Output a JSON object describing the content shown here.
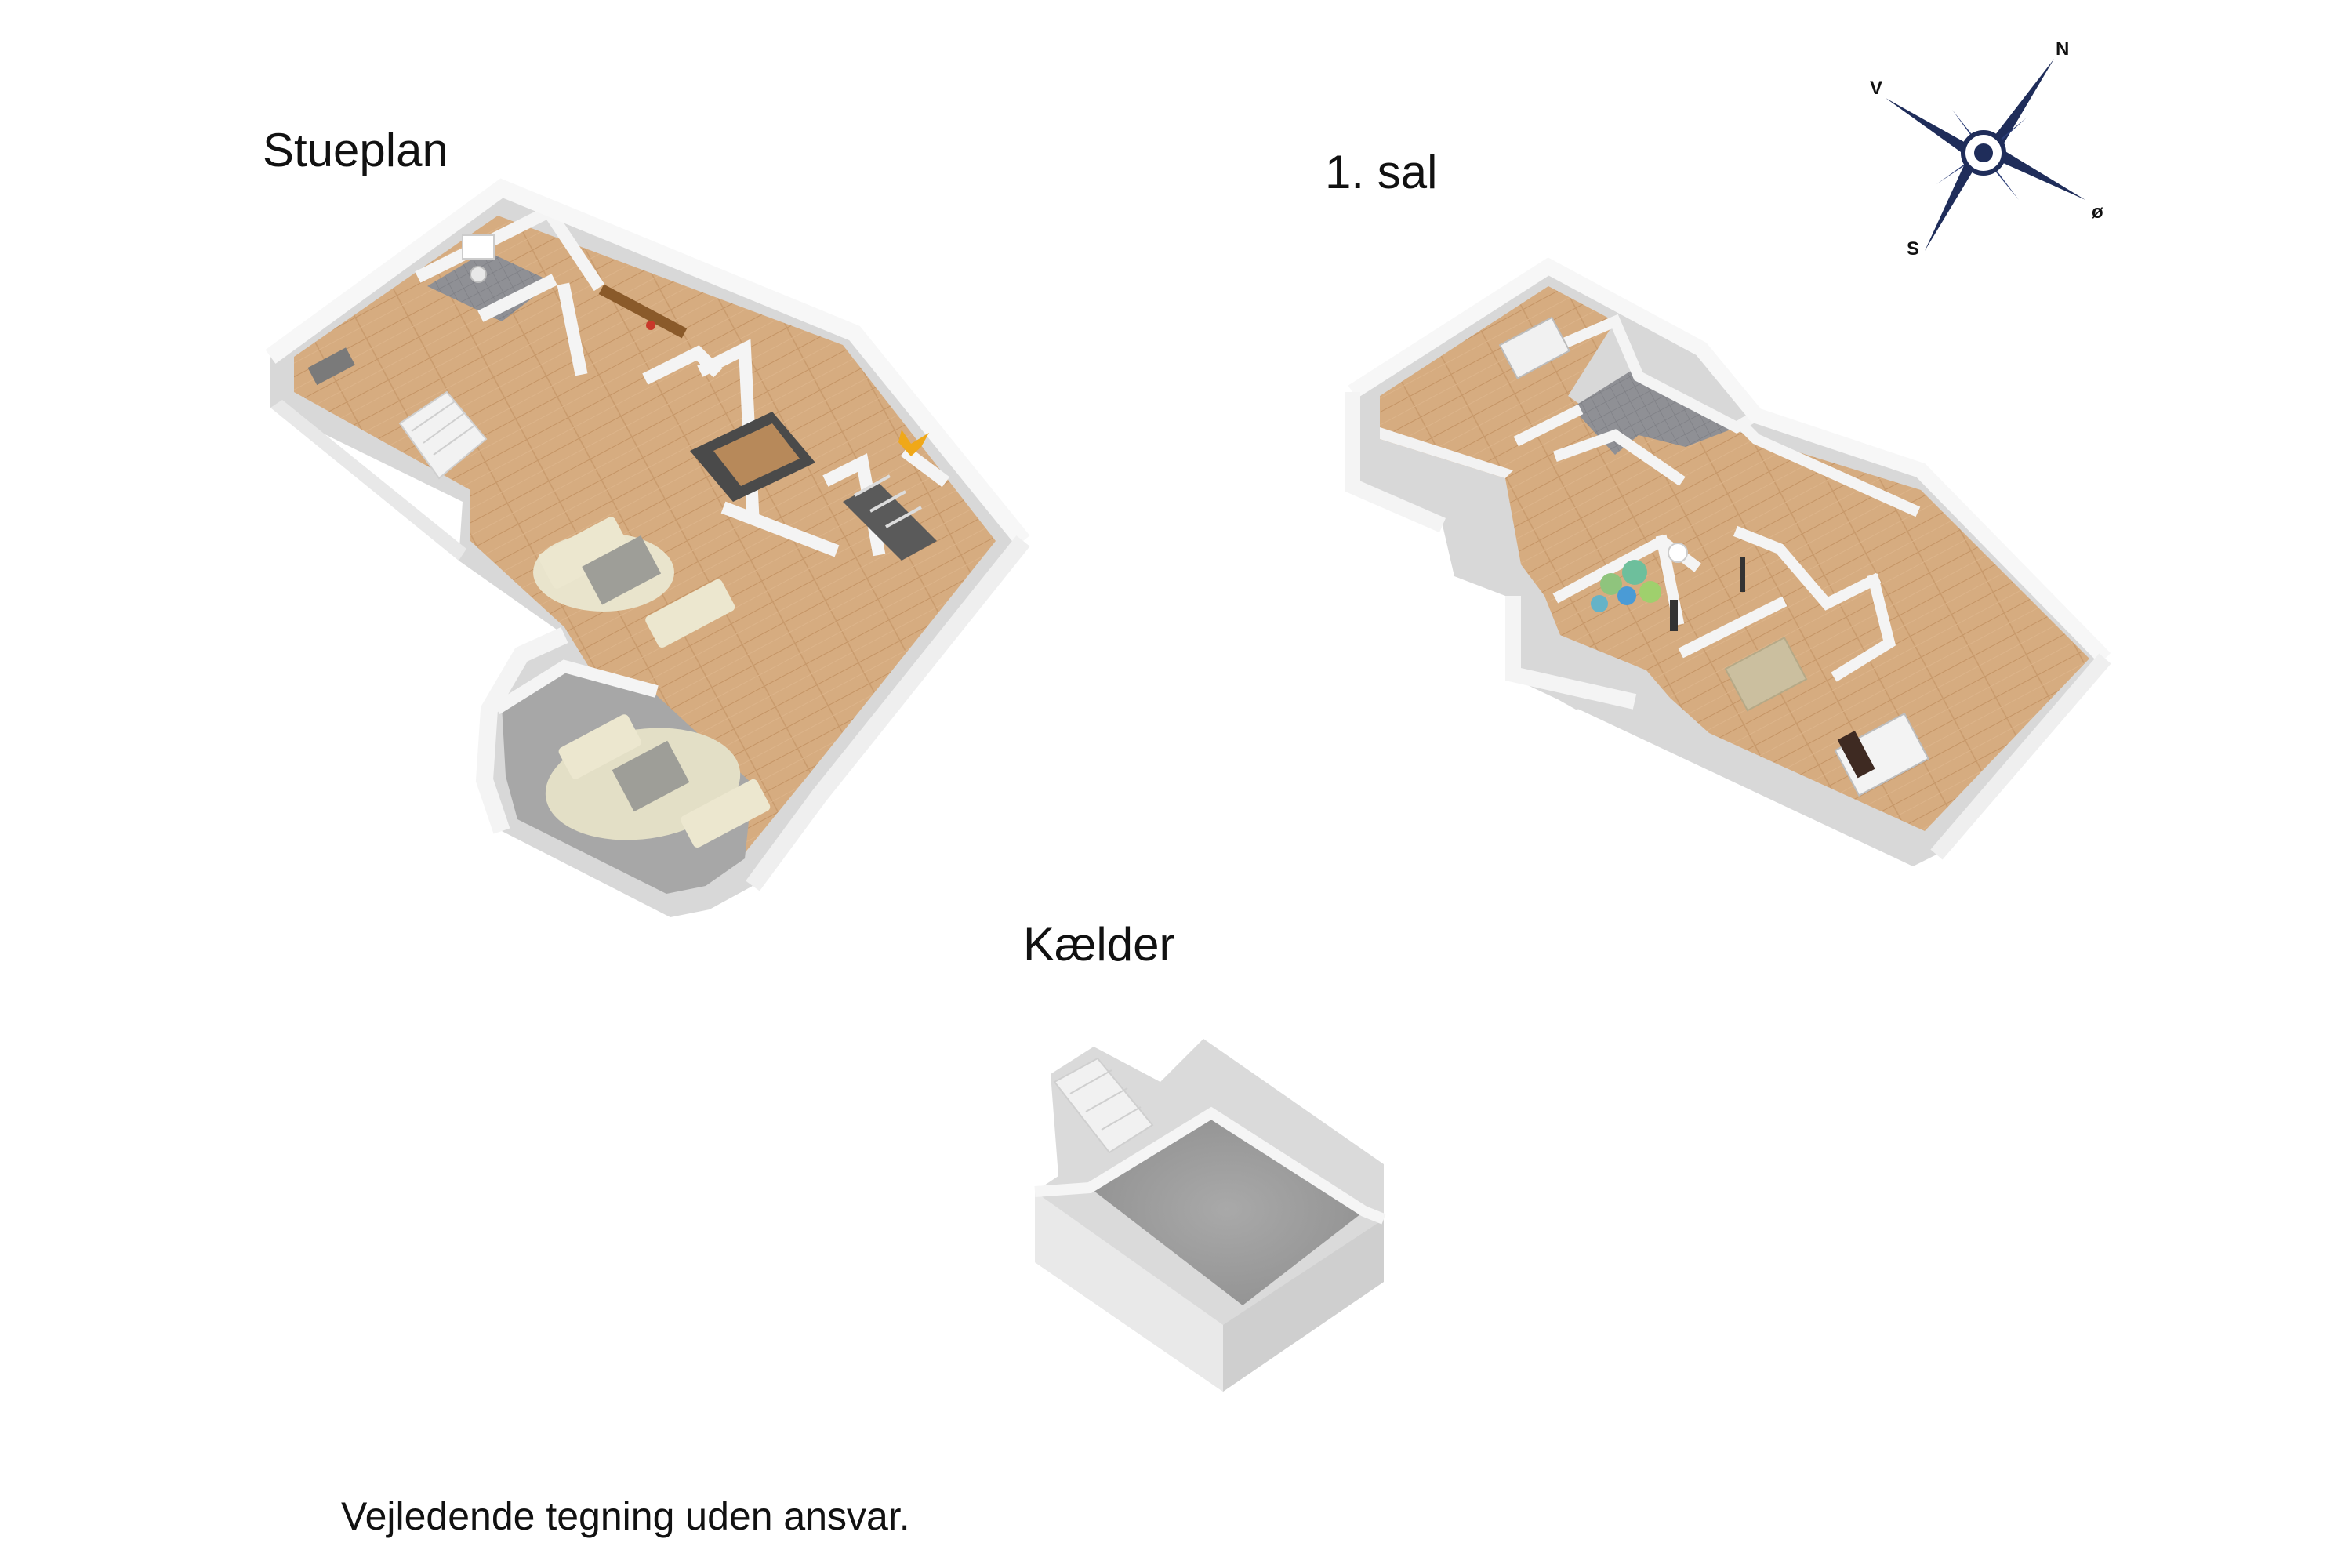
{
  "floors": {
    "ground": {
      "label": "Stueplan"
    },
    "first": {
      "label": "1. sal"
    },
    "basement": {
      "label": "Kælder"
    }
  },
  "compass": {
    "n": "N",
    "s": "S",
    "v": "V",
    "o": "ø"
  },
  "disclaimer": "Vejledende tegning uden ansvar.",
  "colors": {
    "wall": "#f3f3f3",
    "wall_shade": "#d9d9d9",
    "wood": "#d2a77a",
    "tile": "#8e8e94",
    "concrete": "#9c9c9c",
    "carpet": "#c9c9c2",
    "entrance_marker": "#f0a818",
    "compass_navy": "#1f2d5a"
  }
}
